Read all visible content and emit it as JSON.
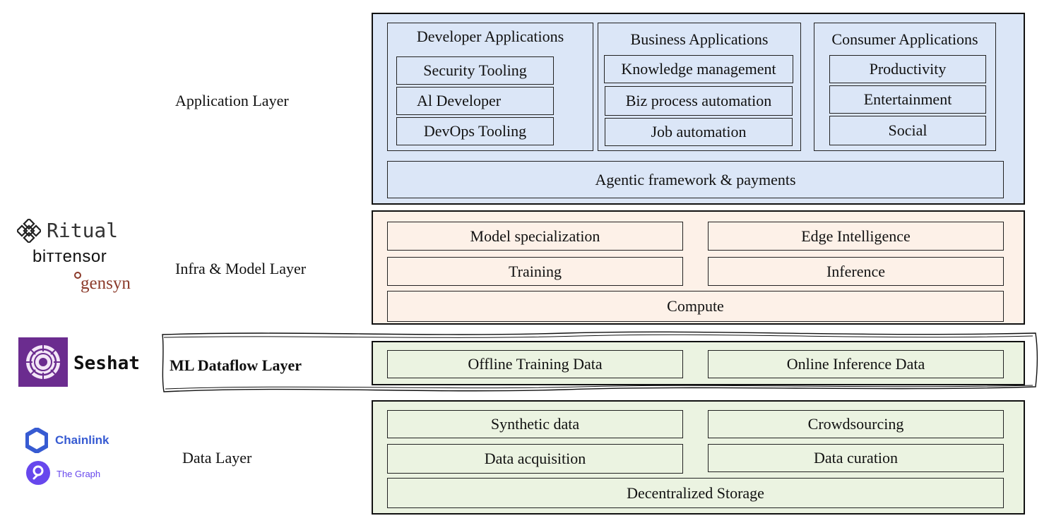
{
  "layers": {
    "application": {
      "label": "Application Layer",
      "groups": [
        {
          "title": "Developer Applications",
          "items": [
            "Security Tooling",
            "Al Developer",
            "DevOps Tooling"
          ]
        },
        {
          "title": "Business Applications",
          "items": [
            "Knowledge management",
            "Biz process automation",
            "Job automation"
          ]
        },
        {
          "title": "Consumer Applications",
          "items": [
            "Productivity",
            "Entertainment",
            "Social"
          ]
        }
      ],
      "footer": "Agentic framework & payments",
      "color": "#dbe6f7"
    },
    "infra": {
      "label": "Infra & Model Layer",
      "items": [
        "Model specialization",
        "Edge Intelligence",
        "Training",
        "Inference"
      ],
      "footer": "Compute",
      "color": "#fdf1e8"
    },
    "dataflow": {
      "label": "ML Dataflow Layer",
      "items": [
        "Offline Training Data",
        "Online Inference Data"
      ],
      "color": "#ebf3e1"
    },
    "data": {
      "label": "Data Layer",
      "items": [
        "Synthetic data",
        "Crowdsourcing",
        "Data acquisition",
        "Data curation"
      ],
      "footer": "Decentralized Storage",
      "color": "#ebf3e1"
    }
  },
  "logos": {
    "ritual": "Ritual",
    "bittensor": "biттensor",
    "gensyn": "gensyn",
    "seshat": "Seshat",
    "chainlink": "Chainlink",
    "thegraph": "The Graph"
  },
  "colors": {
    "seshat_purple": "#6b2c8f",
    "chainlink_blue": "#375bd2",
    "thegraph_purple": "#6747ed",
    "gensyn_brown": "#8b3a2a"
  }
}
